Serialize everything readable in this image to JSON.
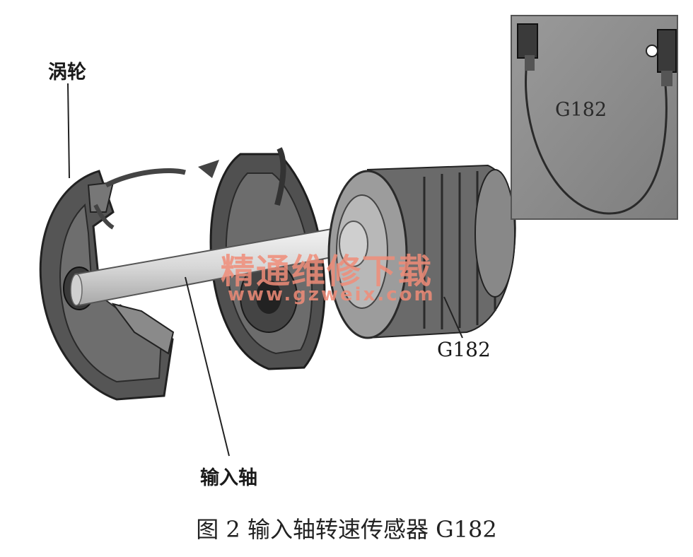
{
  "labels": {
    "turbine": "涡轮",
    "input_shaft": "输入轴",
    "sensor": "G182",
    "inset_sensor": "G182"
  },
  "caption": "图 2  输入轴转速传感器 G182",
  "watermark": {
    "text": "精通维修下载",
    "url": "www.gzweix.com"
  },
  "colors": {
    "part_dark": "#4a4a4a",
    "part_mid": "#7a7a7a",
    "part_light": "#b4b4b4",
    "shaft": "#e4e4e4",
    "inset_bg": "#8e8e8e",
    "watermark": "#f08c78"
  }
}
